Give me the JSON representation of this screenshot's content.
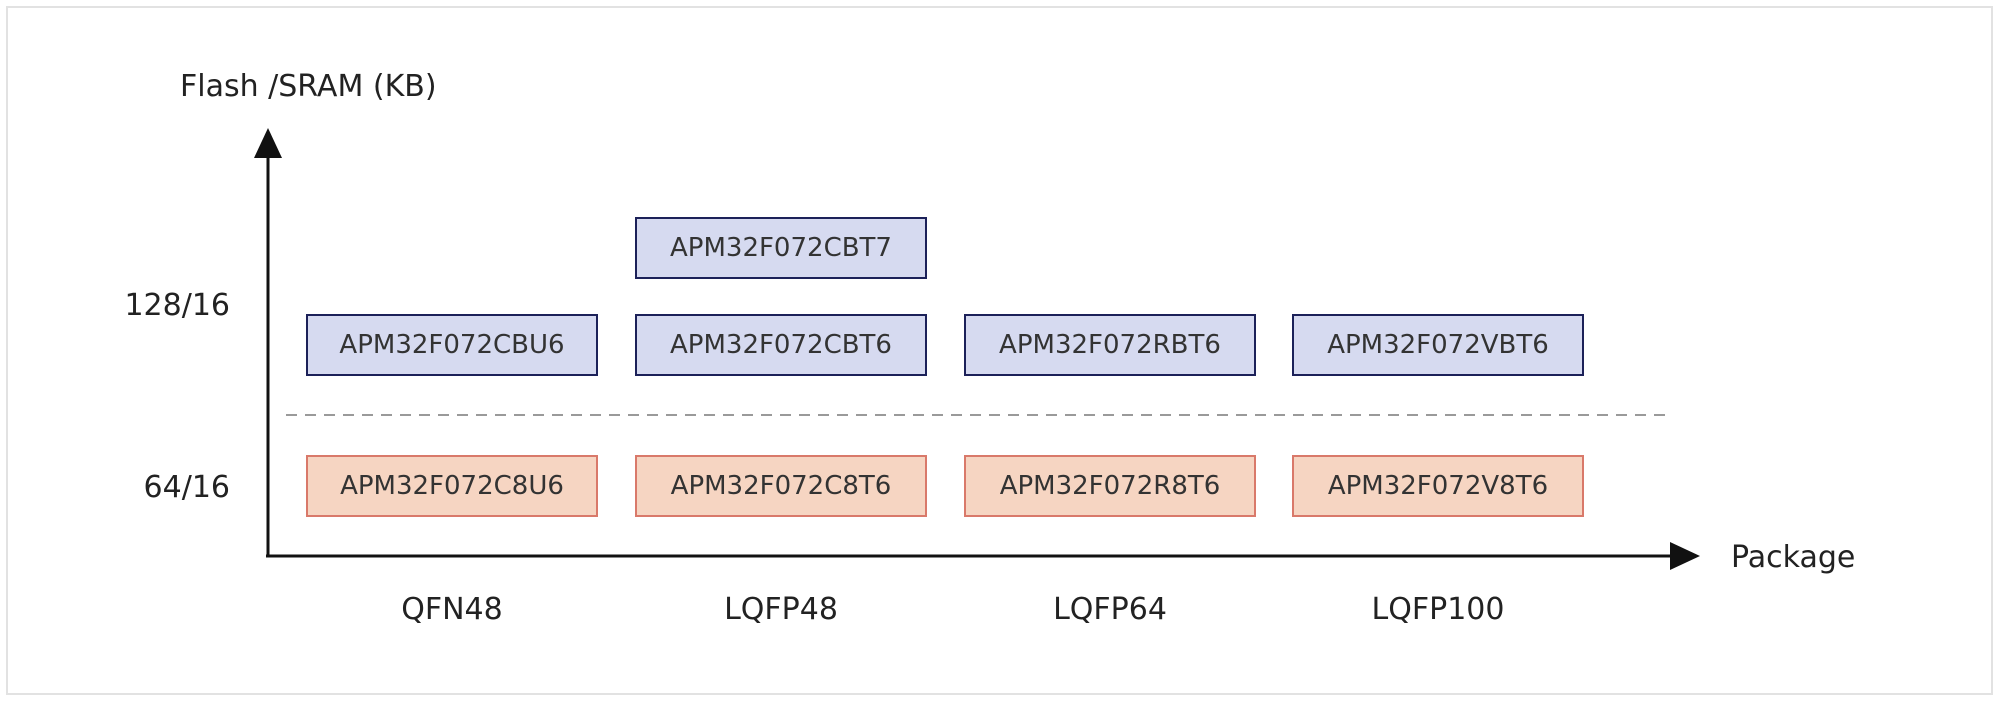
{
  "axes": {
    "y_title": "Flash /SRAM (KB)",
    "x_title": "Package",
    "y_ticks": [
      "128/16",
      "64/16"
    ],
    "x_ticks": [
      "QFN48",
      "LQFP48",
      "LQFP64",
      "LQFP100"
    ]
  },
  "parts": {
    "high": [
      "APM32F072CBU6",
      "APM32F072CBT6",
      "APM32F072RBT6",
      "APM32F072VBT6"
    ],
    "high_extra": "APM32F072CBT7",
    "low": [
      "APM32F072C8U6",
      "APM32F072C8T6",
      "APM32F072R8T6",
      "APM32F072V8T6"
    ]
  },
  "colors": {
    "high_fill": "#d6daf0",
    "high_border": "#1c2159",
    "low_fill": "#f6d5c2",
    "low_border": "#d9796a",
    "axis": "#111111",
    "divider": "#9a9a9a"
  }
}
